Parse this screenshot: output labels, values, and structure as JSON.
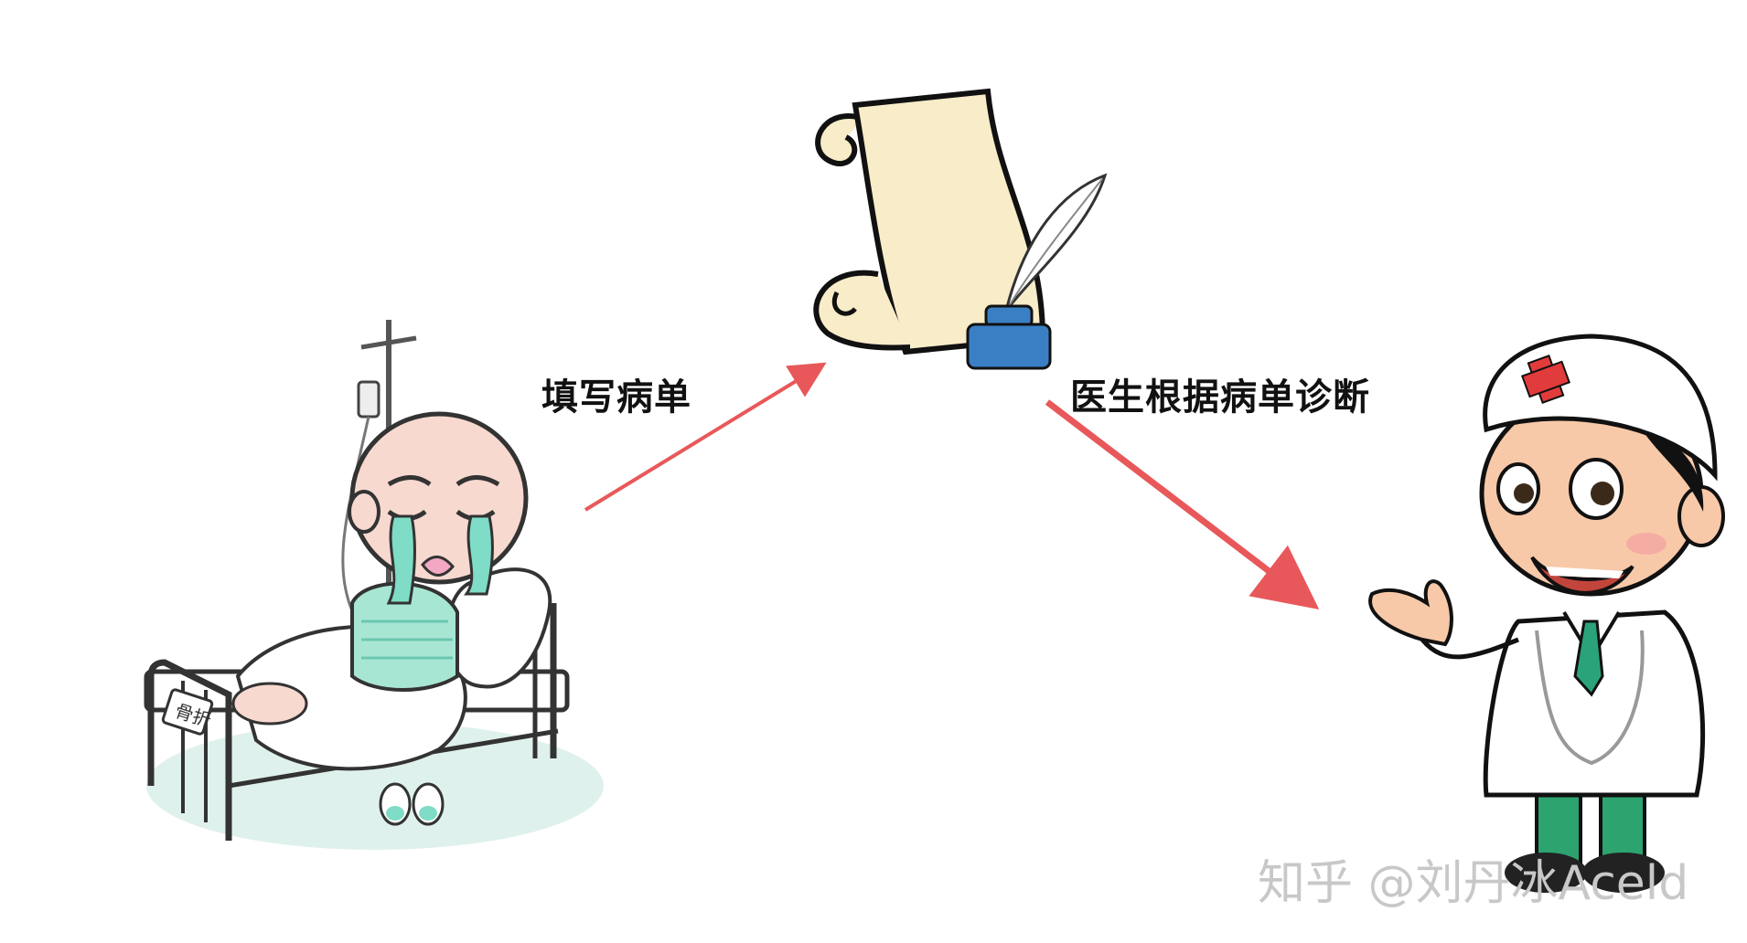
{
  "labels": {
    "fill_form": "填写病单",
    "diagnose": "医生根据病单诊断"
  },
  "bed_tag": "骨折",
  "watermark": "知乎 @刘丹冰Aceld",
  "colors": {
    "arrow": "#e8585a",
    "scroll": "#f8ecc9",
    "ink_bottle": "#3a7fc4",
    "patient_shirt": "#a8e6d4",
    "tears": "#7fdcc6",
    "doctor_cross": "#e23b3b",
    "doctor_tie": "#2aa37a",
    "doctor_pants": "#2da36f",
    "floor": "#dff1ec"
  },
  "icons": [
    "patient-in-bed",
    "iv-drip-stand",
    "paper-scroll",
    "quill-pen",
    "ink-bottle",
    "doctor"
  ]
}
